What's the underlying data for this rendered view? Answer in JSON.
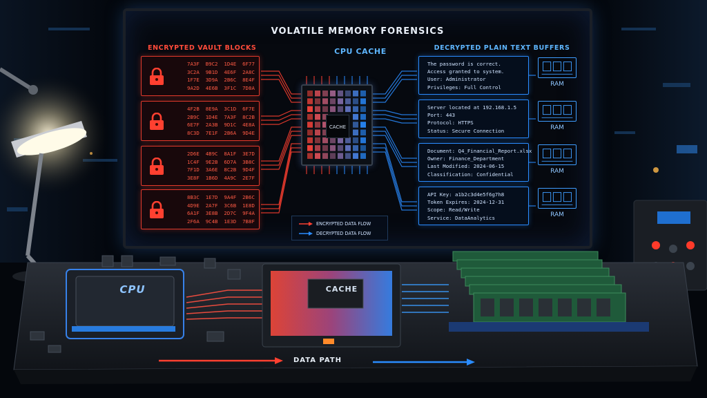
{
  "screen": {
    "title": "VOLATILE MEMORY FORENSICS",
    "left_header": "ENCRYPTED VAULT BLOCKS",
    "center_header": "CPU CACHE",
    "right_header": "DECRYPTED PLAIN TEXT BUFFERS"
  },
  "vault_blocks": [
    {
      "lines": [
        "7A3F  B9C2  1D4E  6F77",
        "3C2A  9B1D  4E6F  2A8C",
        "1F7E  3D9A  2B6C  8E4F",
        "9A2D  4E6B  3F1C  7D8A"
      ]
    },
    {
      "lines": [
        "4F2B  8E9A  3C1D  6F7E",
        "2B9C  1D4E  7A3F  8C2B",
        "6E7F  2A3B  9D1C  4E8A",
        "8C3D  7E1F  2B6A  9D4E"
      ]
    },
    {
      "lines": [
        "2D6E  4B9C  8A1F  3E7D",
        "1C4F  9E2B  6D7A  3B8C",
        "7F1D  3A6E  8C2B  9D4F",
        "3E8F  1B6D  4A9C  2E7F"
      ]
    },
    {
      "lines": [
        "8B3C  1E7D  9A4F  2B6C",
        "4D9E  2A7F  3C6B  1E8D",
        "6A1F  3E8B  2D7C  9F4A",
        "2F6A  9C4B  1E3D  7B8F"
      ]
    }
  ],
  "cache_chip": {
    "label": "CACHE"
  },
  "legend": {
    "encrypted": "ENCRYPTED DATA FLOW",
    "decrypted": "DECRYPTED DATA FLOW",
    "encrypted_color": "#ff4030",
    "decrypted_color": "#2a8cff"
  },
  "plaintext_buffers": [
    {
      "lines": [
        "The password is correct.",
        "Access granted to system.",
        "User: Administrator",
        "Privileges: Full Control"
      ],
      "ram_label": "RAM"
    },
    {
      "lines": [
        "Server located at 192.168.1.5",
        "Port: 443",
        "Protocol: HTTPS",
        "Status: Secure Connection"
      ],
      "ram_label": "RAM"
    },
    {
      "lines": [
        "Document: Q4_Financial_Report.xlsx",
        "Owner: Finance_Department",
        "Last Modified: 2024-06-15",
        "Classification: Confidential"
      ],
      "ram_label": "RAM"
    },
    {
      "lines": [
        "API Key: a1b2c3d4e5f6g7h8",
        "Token Expires: 2024-12-31",
        "Scope: Read/Write",
        "Service: DataAnalytics"
      ],
      "ram_label": "RAM"
    }
  ],
  "board": {
    "cpu_label": "CPU",
    "cache_label": "CACHE",
    "data_path_label": "DATA PATH"
  },
  "icons": {
    "vault": "padlock-icon",
    "ram": "ram-module-icon",
    "lamp": "desk-lamp-icon"
  }
}
